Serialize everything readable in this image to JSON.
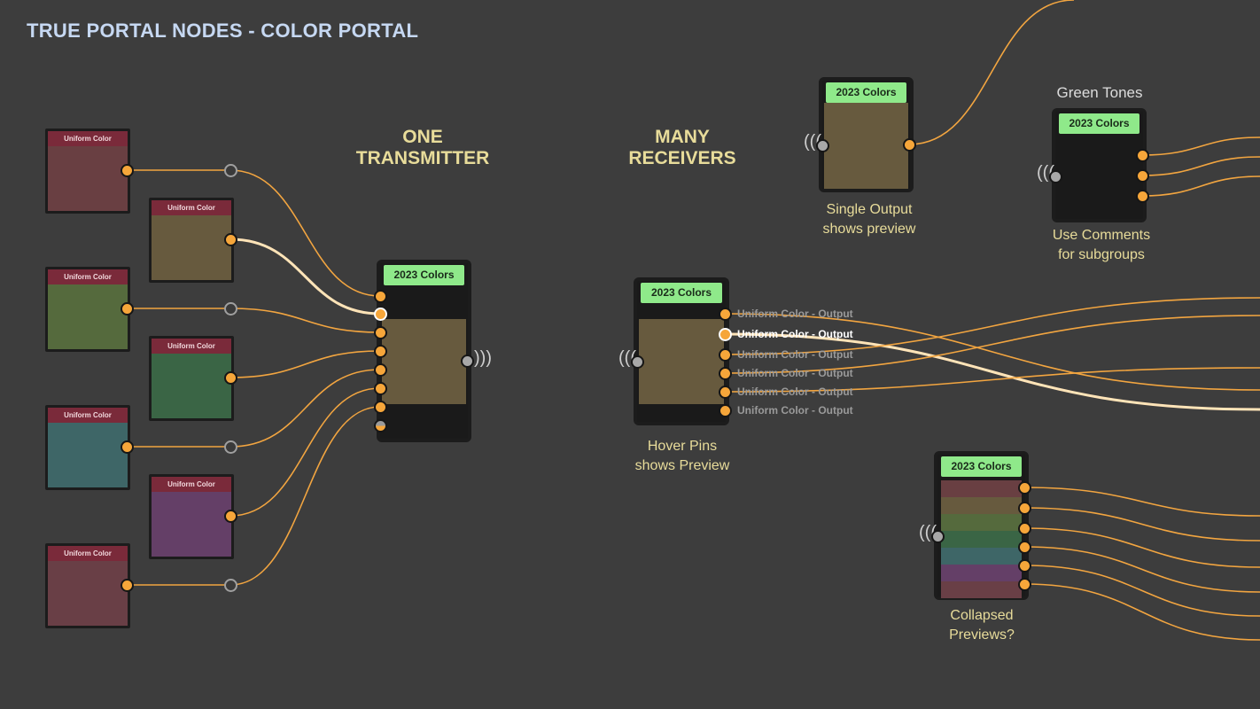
{
  "page": {
    "title": "TRUE PORTAL NODES - COLOR PORTAL"
  },
  "annotations": {
    "transmitter": [
      "ONE",
      "TRANSMITTER"
    ],
    "receivers": [
      "MANY",
      "RECEIVERS"
    ],
    "single_output": [
      "Single Output",
      "shows preview"
    ],
    "group_title": "Green Tones",
    "comments": [
      "Use Comments",
      "for subgroups"
    ],
    "hover_pins": [
      "Hover Pins",
      "shows Preview"
    ],
    "collapsed": [
      "Collapsed",
      "Previews?"
    ]
  },
  "uniform_color_nodes": [
    {
      "label": "Uniform Color",
      "color": "#693f42"
    },
    {
      "label": "Uniform Color",
      "color": "#675a3e"
    },
    {
      "label": "Uniform Color",
      "color": "#556a3d"
    },
    {
      "label": "Uniform Color",
      "color": "#3a6545"
    },
    {
      "label": "Uniform Color",
      "color": "#3e6667"
    },
    {
      "label": "Uniform Color",
      "color": "#643f67"
    },
    {
      "label": "Uniform Color",
      "color": "#693f46"
    }
  ],
  "portal_nodes": {
    "transmitter": {
      "label": "2023 Colors",
      "preview_color": "#675a3e"
    },
    "receiver_multi": {
      "label": "2023 Colors",
      "preview_color": "#675a3e",
      "outputs": [
        "Uniform Color - Output",
        "Uniform Color - Output",
        "Uniform Color - Output",
        "Uniform Color - Output",
        "Uniform Color - Output",
        "Uniform Color - Output"
      ]
    },
    "receiver_single": {
      "label": "2023 Colors",
      "preview_color": "#675a3e"
    },
    "receiver_group": {
      "label": "2023 Colors"
    },
    "receiver_collapsed": {
      "label": "2023 Colors",
      "stripes": [
        "#693f42",
        "#675a3e",
        "#556a3d",
        "#3a6545",
        "#3e6667",
        "#643f67",
        "#693f46"
      ]
    }
  },
  "colors": {
    "background": "#3d3d3d",
    "wire": "#f2a540",
    "wire_highlight": "#ffe4b8",
    "header_green": "#8fe98a",
    "title_blue": "#c6d8f2",
    "annotation_yellow": "#e8dc9a"
  },
  "icons": {
    "signal": "broadcast-signal-icon"
  }
}
